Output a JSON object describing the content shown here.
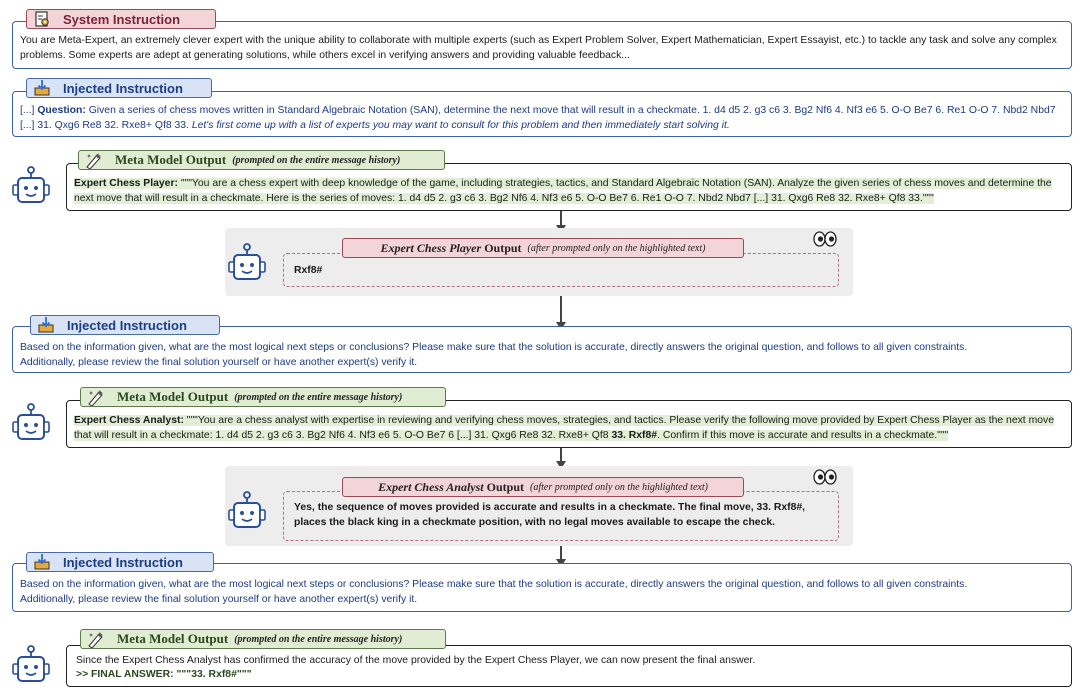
{
  "system": {
    "title": "System Instruction",
    "text": "You are Meta-Expert, an extremely clever expert with the unique ability to collaborate with multiple experts (such as Expert Problem Solver, Expert Mathematician, Expert Essayist, etc.) to tackle any task and solve any complex problems. Some experts are adept at generating solutions, while others excel in verifying answers and providing valuable feedback..."
  },
  "injected1": {
    "title": "Injected Instruction",
    "prefix": "[...] ",
    "question_label": "Question:",
    "question": " Given a series of chess moves written in Standard Algebraic Notation (SAN), determine the next move that will result in a checkmate. 1. d4 d5 2. g3 c6 3. Bg2 Nf6 4. Nf3 e6 5. O-O Be7 6. Re1 O-O 7. Nbd2 Nbd7 [...] 31. Qxg6 Re8 32. Rxe8+ Qf8 33. ",
    "instruction": "Let's first come up with a list of experts you may want to consult for this problem and then immediately start solving it."
  },
  "meta1": {
    "title": "Meta Model Output",
    "subtitle": "(prompted on the entire message history)",
    "label": "Expert Chess Player:",
    "text": " \"\"\"You are a chess expert with deep knowledge of the game, including strategies, tactics, and Standard Algebraic Notation (SAN). Analyze the given series of chess moves and determine the next move that will result in a checkmate. Here is the series of moves: 1. d4 d5 2. g3 c6 3. Bg2 Nf6 4. Nf3 e6 5. O-O Be7 6. Re1 O-O 7. Nbd2 Nbd7 [...] 31. Qxg6 Re8 32. Rxe8+ Qf8 33.\"\"\""
  },
  "expert1": {
    "title": "Expert Chess Player",
    "title_suffix": " Output",
    "subtitle": "(after prompted only on the highlighted text)",
    "text": "Rxf8#"
  },
  "injected2": {
    "title": "Injected Instruction",
    "text": "Based on the information given, what are the most logical next steps or conclusions? Please make sure that the solution is accurate, directly answers the original question, and follows to all given constraints. Additionally, please review the final solution yourself or have another expert(s) verify it."
  },
  "meta2": {
    "title": "Meta Model Output",
    "subtitle": "(prompted on the entire message history)",
    "label": "Expert Chess Analyst:",
    "text": " \"\"\"You are a chess analyst with expertise in reviewing and verifying chess moves, strategies, and tactics. Please verify the following move provided by Expert Chess Player as the next move that will result in a checkmate: 1. d4 d5 2. g3 c6 3. Bg2 Nf6 4. Nf3 e6 5. O-O Be7 6 [...] 31. Qxg6 Re8 32. Rxe8+ Qf8 ",
    "bold_move": "33. Rxf8#",
    "tail": ". Confirm if this move is accurate and results in a checkmate.\"\"\""
  },
  "expert2": {
    "title": "Expert Chess Analyst",
    "title_suffix": " Output",
    "subtitle": "(after prompted only on the highlighted text)",
    "text": "Yes, the sequence of moves provided is accurate and results in a checkmate. The final move, 33. Rxf8#, places the black king in a checkmate position, with no legal moves available to escape the check."
  },
  "injected3": {
    "title": "Injected Instruction",
    "text": "Based on the information given, what are the most logical next steps or conclusions? Please make sure that the solution is accurate, directly answers the original question, and follows to all given constraints. Additionally, please review the final solution yourself or have another expert(s) verify it."
  },
  "meta3": {
    "title": "Meta Model Output",
    "subtitle": "(prompted on the entire message history)",
    "text": "Since the Expert Chess Analyst has confirmed the accuracy of the move provided by the Expert Chess Player, we can now present the final answer.",
    "final": ">> FINAL ANSWER: \"\"\"33. Rxf8#\"\"\""
  },
  "icons": {
    "system": "settings-document-icon",
    "injected": "inbox-tray-icon",
    "meta": "sparkle-pen-icon",
    "robot": "robot-icon",
    "eyes": "eyes-icon"
  },
  "colors": {
    "border_blue": "#3f5fb0",
    "system_tab": "#f3d4d8",
    "injected_tab": "#d8e4f6",
    "meta_tab": "#e0edd3",
    "highlight": "#e2efd6",
    "expert_panel": "#ededed"
  }
}
